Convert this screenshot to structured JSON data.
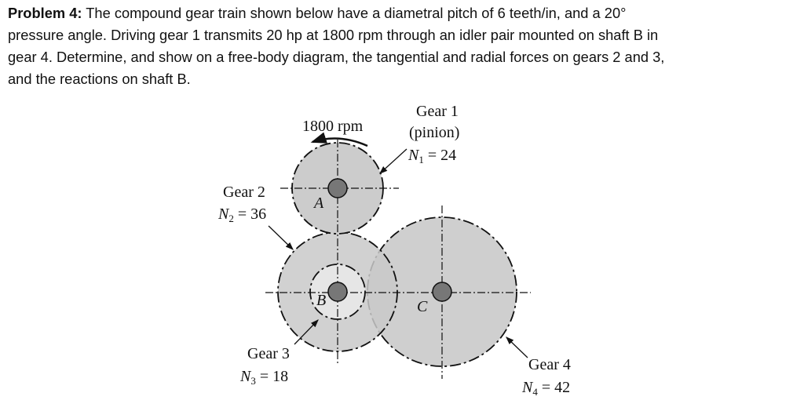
{
  "problem": {
    "label": "Problem 4:",
    "lines": [
      " The compound gear train shown below have a diametral pitch of 6 teeth/in, and a 20°",
      "pressure angle. Driving gear 1 transmits 20 hp at 1800 rpm through an idler pair mounted on shaft B in",
      "gear 4. Determine, and show on a free-body diagram, the tangential and radial forces on gears 2 and 3,",
      "and the reactions on shaft B."
    ]
  },
  "diagram": {
    "speed": "1800 rpm",
    "gear1": {
      "name": "Gear 1",
      "note": "(pinion)",
      "n_sym": "N",
      "n_sub": "1",
      "n_val": " = 24"
    },
    "gear2": {
      "name": "Gear 2",
      "n_sym": "N",
      "n_sub": "2",
      "n_val": " = 36"
    },
    "gear3": {
      "name": "Gear 3",
      "n_sym": "N",
      "n_sub": "3",
      "n_val": " = 18"
    },
    "gear4": {
      "name": "Gear 4",
      "n_sym": "N",
      "n_sub": "4",
      "n_val": " = 42"
    },
    "shafts": {
      "a": "A",
      "b": "B",
      "c": "C"
    }
  }
}
